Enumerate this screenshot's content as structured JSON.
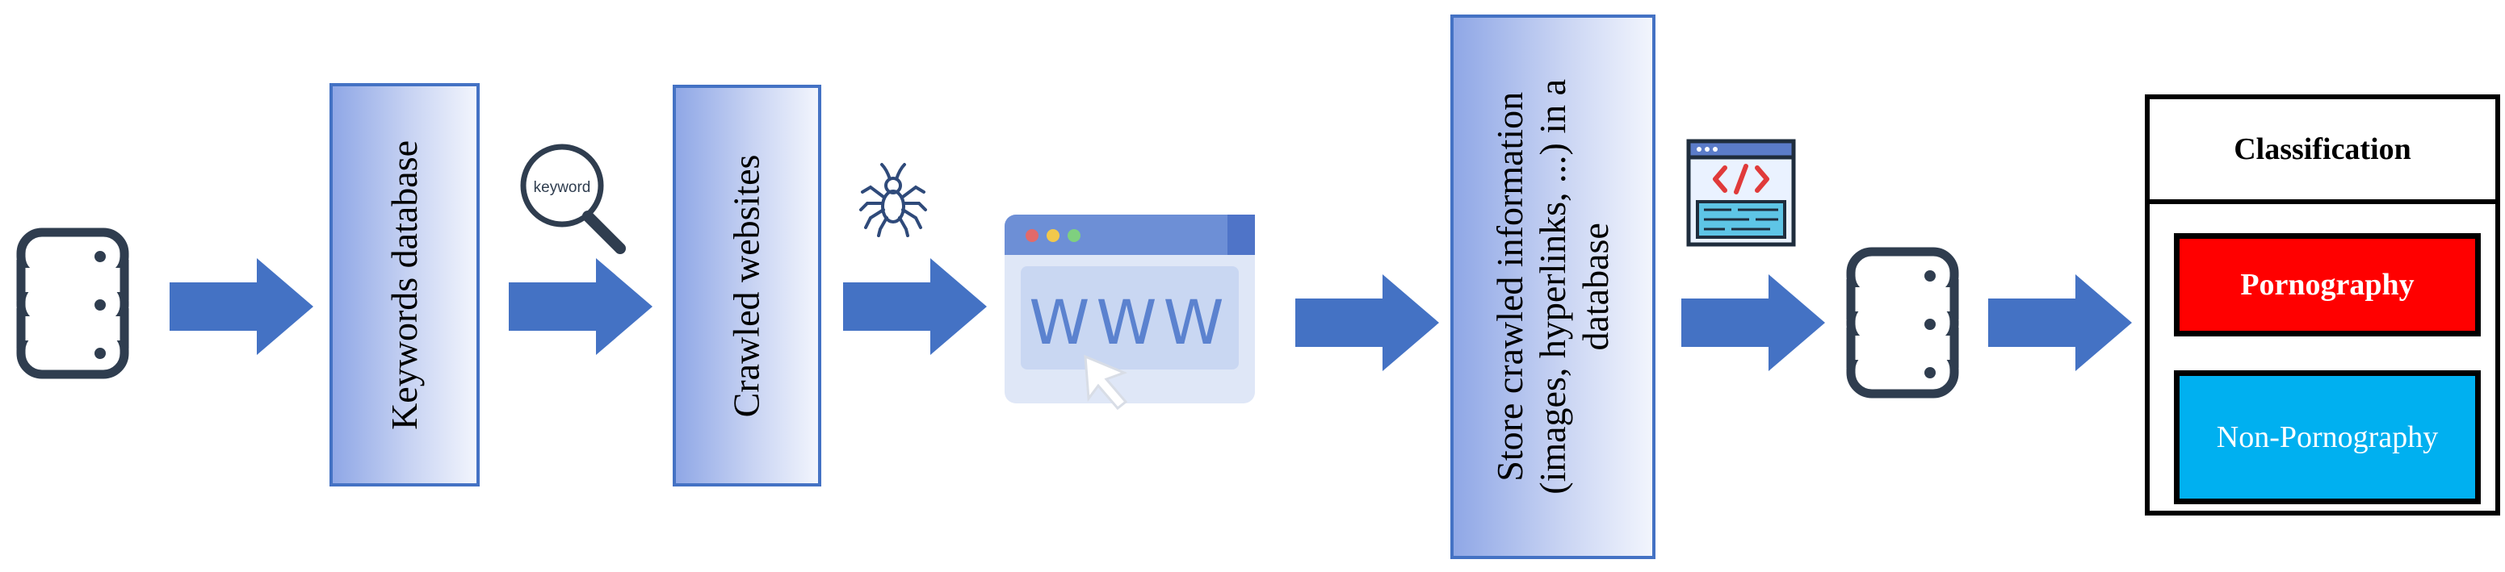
{
  "steps": {
    "keywords_db": "Keywords database",
    "crawled_websites": "Crawled websites",
    "store_line1": "Store crawled information",
    "store_line2": "(images, hyperlinks, ...) in a",
    "store_line3": "database"
  },
  "magnifier_label": "keyword",
  "browser_label": "WWW",
  "classification": {
    "title": "Classification",
    "class_porn": "Pornography",
    "class_nonporn": "Non-Pornography"
  },
  "colors": {
    "arrow": "#4472c4",
    "box_border": "#4472c4",
    "porn": "#ff0000",
    "nonporn": "#00b0f0",
    "icon_stroke": "#2f3d4f"
  },
  "icons": [
    "database-icon",
    "magnifier-icon",
    "spider-icon",
    "browser-icon",
    "code-window-icon",
    "database-icon"
  ]
}
